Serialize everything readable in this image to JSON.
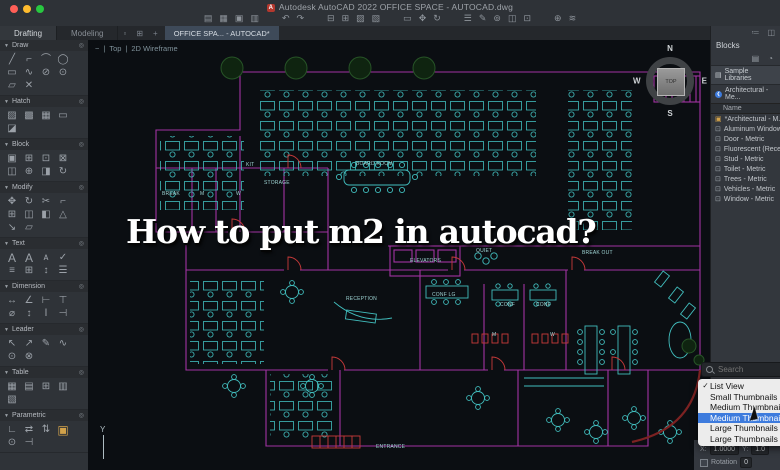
{
  "colors": {
    "accent": "#3d7bdd",
    "cad-cyan": "#41bdbd",
    "cad-magenta": "#a233a2",
    "cad-red": "#c93a3a",
    "gold": "#d2a24a"
  },
  "window": {
    "title": "Autodesk AutoCAD 2022   OFFICE SPACE - AUTOCAD.dwg",
    "app_glyph": "A",
    "traffic_lights": {
      "close": "#ff5f57",
      "minimize": "#febc2e",
      "zoom": "#28c840"
    }
  },
  "toolbar": {
    "icons": [
      {
        "name": "new-file-icon",
        "glyph": "▤"
      },
      {
        "name": "open-file-icon",
        "glyph": "▦"
      },
      {
        "name": "save-icon",
        "glyph": "▣"
      },
      {
        "name": "save-as-icon",
        "glyph": "▥"
      },
      {
        "name": "undo-icon",
        "glyph": "↶",
        "style": "margin-left:16px"
      },
      {
        "name": "redo-icon",
        "glyph": "↷"
      },
      {
        "name": "print-icon",
        "glyph": "⊟",
        "style": "margin-left:16px"
      },
      {
        "name": "plot-icon",
        "glyph": "⊞"
      },
      {
        "name": "publish-icon",
        "glyph": "▨"
      },
      {
        "name": "export-icon",
        "glyph": "▧"
      },
      {
        "name": "layout-icon",
        "glyph": "▭",
        "style": "margin-left:16px"
      },
      {
        "name": "pan-icon",
        "glyph": "✥"
      },
      {
        "name": "orbit-icon",
        "glyph": "↻"
      },
      {
        "name": "properties-icon",
        "glyph": "☰",
        "style": "margin-left:16px"
      },
      {
        "name": "match-properties-icon",
        "glyph": "✎"
      },
      {
        "name": "measure-icon",
        "glyph": "⊚"
      },
      {
        "name": "copy-clip-icon",
        "glyph": "◫"
      },
      {
        "name": "paste-icon",
        "glyph": "⊡"
      },
      {
        "name": "share-icon",
        "glyph": "⊕",
        "style": "margin-left:16px"
      },
      {
        "name": "cloud-icon",
        "glyph": "≋"
      }
    ]
  },
  "tabs": {
    "workspace": [
      {
        "label": "Drafting"
      },
      {
        "label": "Modeling"
      }
    ],
    "overflow_glyph": "▫",
    "grid_glyph": "⊞",
    "add_label": "+",
    "file_tab": "OFFICE SPA... - AUTOCAD*"
  },
  "viewport": {
    "collapse": "−",
    "sep": "|",
    "view": "Top",
    "style": "2D Wireframe"
  },
  "viewcube": {
    "n": "N",
    "e": "E",
    "s": "S",
    "w": "W",
    "top": "TOP"
  },
  "palette": {
    "collapse_glyph": "▼",
    "gear_glyph": "◎",
    "sections": [
      {
        "name": "Draw",
        "icons": [
          {
            "name": "line-tool-icon",
            "glyph": "╱"
          },
          {
            "name": "polyline-tool-icon",
            "glyph": "⌐"
          },
          {
            "name": "arc-tool-icon",
            "glyph": "⌒"
          },
          {
            "name": "circle-tool-icon",
            "glyph": "◯"
          },
          {
            "name": "rectangle-tool-icon",
            "glyph": "▭"
          },
          {
            "name": "spline-tool-icon",
            "glyph": "∿"
          },
          {
            "name": "ellipse-tool-icon",
            "glyph": "⊘"
          },
          {
            "name": "point-tool-icon",
            "glyph": "⊙"
          },
          {
            "name": "polygon-tool-icon",
            "glyph": "▱"
          },
          {
            "name": "xline-tool-icon",
            "glyph": "✕"
          }
        ]
      },
      {
        "name": "Hatch",
        "icons": [
          {
            "name": "hatch-pattern-icon",
            "glyph": "▨"
          },
          {
            "name": "hatch-solid-icon",
            "glyph": "▩"
          },
          {
            "name": "hatch-gradient-icon",
            "glyph": "▦"
          },
          {
            "name": "boundary-icon",
            "glyph": "▭"
          },
          {
            "name": "hatch-edit-icon",
            "glyph": "◪"
          }
        ]
      },
      {
        "name": "Block",
        "icons": [
          {
            "name": "insert-block-icon",
            "glyph": "▣"
          },
          {
            "name": "create-block-icon",
            "glyph": "⊞"
          },
          {
            "name": "edit-block-icon",
            "glyph": "⊡"
          },
          {
            "name": "write-block-icon",
            "glyph": "⊠"
          },
          {
            "name": "attach-reference-icon",
            "glyph": "◫"
          },
          {
            "name": "set-base-point-icon",
            "glyph": "⊕"
          },
          {
            "name": "attribute-icon",
            "glyph": "◨"
          },
          {
            "name": "sync-attributes-icon",
            "glyph": "↻"
          }
        ]
      },
      {
        "name": "Modify",
        "icons": [
          {
            "name": "move-tool-icon",
            "glyph": "✥"
          },
          {
            "name": "rotate-tool-icon",
            "glyph": "↻"
          },
          {
            "name": "trim-tool-icon",
            "glyph": "✂"
          },
          {
            "name": "fillet-tool-icon",
            "glyph": "⌐"
          },
          {
            "name": "array-tool-icon",
            "glyph": "⊞"
          },
          {
            "name": "copy-tool-icon",
            "glyph": "◫"
          },
          {
            "name": "mirror-tool-icon",
            "glyph": "◧"
          },
          {
            "name": "scale-tool-icon",
            "glyph": "△"
          },
          {
            "name": "stretch-tool-icon",
            "glyph": "↘"
          },
          {
            "name": "erase-tool-icon",
            "glyph": "▱"
          }
        ]
      },
      {
        "name": "Text",
        "icons": [
          {
            "name": "multiline-text-icon",
            "glyph": "A",
            "style": "font-size:12px"
          },
          {
            "name": "single-line-text-icon",
            "glyph": "A",
            "style": "font-size:12px"
          },
          {
            "name": "text-style-icon",
            "glyph": "ᴀ"
          },
          {
            "name": "spell-check-icon",
            "glyph": "✓"
          },
          {
            "name": "text-align-icon",
            "glyph": "≡"
          },
          {
            "name": "field-icon",
            "glyph": "⊞"
          },
          {
            "name": "scale-text-icon",
            "glyph": "↕"
          },
          {
            "name": "justify-text-icon",
            "glyph": "☰"
          }
        ]
      },
      {
        "name": "Dimension",
        "icons": [
          {
            "name": "linear-dimension-icon",
            "glyph": "↔"
          },
          {
            "name": "angular-dimension-icon",
            "glyph": "∠"
          },
          {
            "name": "baseline-dimension-icon",
            "glyph": "⊢"
          },
          {
            "name": "ordinate-dimension-icon",
            "glyph": "⊤"
          },
          {
            "name": "diameter-dimension-icon",
            "glyph": "⌀"
          },
          {
            "name": "vertical-dimension-icon",
            "glyph": "↕"
          },
          {
            "name": "dim-style-icon",
            "glyph": "Ⅰ"
          },
          {
            "name": "dim-break-icon",
            "glyph": "⊣"
          }
        ]
      },
      {
        "name": "Leader",
        "icons": [
          {
            "name": "multileader-icon",
            "glyph": "↖"
          },
          {
            "name": "add-leader-icon",
            "glyph": "↗"
          },
          {
            "name": "leader-edit-icon",
            "glyph": "✎"
          },
          {
            "name": "leader-curve-icon",
            "glyph": "∿"
          },
          {
            "name": "align-leaders-icon",
            "glyph": "⊙"
          },
          {
            "name": "collect-leaders-icon",
            "glyph": "⊗"
          }
        ]
      },
      {
        "name": "Table",
        "icons": [
          {
            "name": "table-icon",
            "glyph": "▦"
          },
          {
            "name": "table-style-icon",
            "glyph": "▤"
          },
          {
            "name": "insert-table-icon",
            "glyph": "⊞"
          },
          {
            "name": "data-link-icon",
            "glyph": "▥"
          },
          {
            "name": "export-table-icon",
            "glyph": "▧"
          }
        ]
      },
      {
        "name": "Parametric",
        "icons": [
          {
            "name": "geometric-constraint-icon",
            "glyph": "∟"
          },
          {
            "name": "horizontal-constraint-icon",
            "glyph": "⇄"
          },
          {
            "name": "vertical-constraint-icon",
            "glyph": "⇅"
          },
          {
            "name": "lock-icon",
            "glyph": "▣",
            "style": "color:#d2a24a;font-size:12px"
          },
          {
            "name": "concentric-constraint-icon",
            "glyph": "⊙"
          },
          {
            "name": "fix-constraint-icon",
            "glyph": "⊣"
          }
        ]
      }
    ]
  },
  "canvas": {
    "overlay_title": "How to put m2 in autocad?",
    "ucs_label": "Y",
    "labels": [
      {
        "text": "BOARD ROOM",
        "style": "left:268px;top:121px"
      },
      {
        "text": "KIT",
        "style": "left:158px;top:122px"
      },
      {
        "text": "STORAGE",
        "style": "left:176px;top:140px"
      },
      {
        "text": "BREAK",
        "style": "left:74px;top:151px"
      },
      {
        "text": "M",
        "style": "left:112px;top:151px"
      },
      {
        "text": "W",
        "style": "left:148px;top:151px"
      },
      {
        "text": "ELEVATORS",
        "style": "left:322px;top:218px"
      },
      {
        "text": "QUIET",
        "style": "left:388px;top:208px"
      },
      {
        "text": "BREAK OUT",
        "style": "left:494px;top:210px"
      },
      {
        "text": "RECEPTION",
        "style": "left:258px;top:256px"
      },
      {
        "text": "CONF LG",
        "style": "left:344px;top:252px"
      },
      {
        "text": "CONF",
        "style": "left:412px;top:262px"
      },
      {
        "text": "CONF",
        "style": "left:448px;top:262px"
      },
      {
        "text": "M",
        "style": "left:404px;top:292px"
      },
      {
        "text": "W",
        "style": "left:462px;top:292px"
      },
      {
        "text": "ENTRANCE",
        "style": "left:288px;top:404px"
      }
    ]
  },
  "blocks_panel": {
    "panel_icons": [
      {
        "name": "filter-icon",
        "glyph": "≔"
      },
      {
        "name": "panel-menu-icon",
        "glyph": "◫"
      }
    ],
    "title": "Blocks",
    "header_icons": [
      {
        "name": "libraries-icon",
        "glyph": "▤"
      },
      {
        "name": "recent-icon",
        "glyph": "◔"
      }
    ],
    "library_tab_icon": "▤",
    "library_tab": "Sample Libraries",
    "back_glyph": "❮",
    "current_library": "Architectural - Me...",
    "column_header": "Name",
    "items": [
      {
        "glyph": "▣",
        "label": "*Architectural - M...",
        "style": "color:#d2a24a"
      },
      {
        "glyph": "⊡",
        "label": "Aluminum Window..."
      },
      {
        "glyph": "⊡",
        "label": "Door - Metric"
      },
      {
        "glyph": "⊡",
        "label": "Fluorescent (Rece..."
      },
      {
        "glyph": "⊡",
        "label": "Stud - Metric"
      },
      {
        "glyph": "⊡",
        "label": "Toilet - Metric"
      },
      {
        "glyph": "⊡",
        "label": "Trees - Metric"
      },
      {
        "glyph": "⊡",
        "label": "Vehicles - Metric"
      },
      {
        "glyph": "⊡",
        "label": "Window - Metric"
      }
    ],
    "search_placeholder": "Search",
    "view_menu": [
      {
        "check": "✓",
        "label": "List View"
      },
      {
        "check": "",
        "label": "Small Thumbnails"
      },
      {
        "check": "",
        "label": "Medium Thumbnails"
      },
      {
        "check": "",
        "label": "Medium Thumbnails wit",
        "cls": "menu-item selected"
      },
      {
        "check": "",
        "label": "Large Thumbnails"
      },
      {
        "check": "",
        "label": "Large Thumbnails with T"
      }
    ],
    "insertion": {
      "x_label": "X:",
      "x_value": "1.0000",
      "y_label": "Y:",
      "y_value": "1.0",
      "rotation_label": "Rotation",
      "rotation_value": "0"
    }
  }
}
